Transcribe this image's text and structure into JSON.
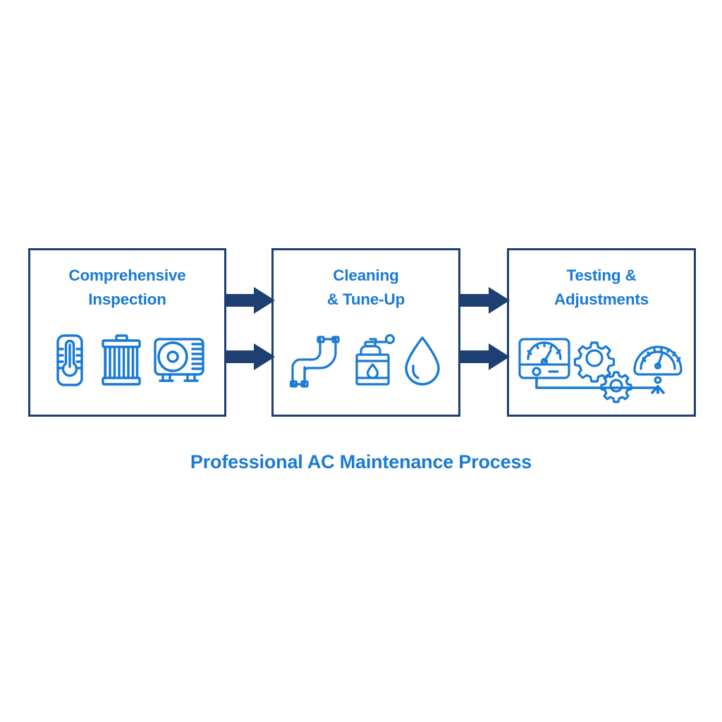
{
  "canvas": {
    "background": "#ffffff",
    "accent_blue": "#1a7ad4",
    "navy": "#1d3f72",
    "icon_blue": "#1a7ad4"
  },
  "caption": {
    "text": "Professional AC Maintenance Process"
  },
  "panels": [
    {
      "id": "comprehensive-inspection",
      "title": "Comprehensive\nInspection",
      "title_line_1": "Comprehensive",
      "title_line_2": "Inspection",
      "icons": [
        {
          "name": "thermometer-icon",
          "label": "Thermometer"
        },
        {
          "name": "air-filter-icon",
          "label": "Air filter"
        },
        {
          "name": "ac-condenser-unit-icon",
          "label": "AC condenser unit"
        }
      ]
    },
    {
      "id": "cleaning-tune-up",
      "title": "Cleaning\n& Tune-Up",
      "title_line_1": "Cleaning",
      "title_line_2": "& Tune-Up",
      "icons": [
        {
          "name": "pipes-icon",
          "label": "Refrigerant pipes"
        },
        {
          "name": "spray-canister-icon",
          "label": "Cleaning spray canister"
        },
        {
          "name": "water-droplet-icon",
          "label": "Water droplet"
        }
      ]
    },
    {
      "id": "testing-adjustments",
      "title": "Testing &\nAdjustments",
      "title_line_1": "Testing &",
      "title_line_2": "Adjustments",
      "icons": [
        {
          "name": "multimeter-icon",
          "label": "Analog multimeter"
        },
        {
          "name": "gears-icon",
          "label": "Gears"
        },
        {
          "name": "pressure-gauge-icon",
          "label": "Pressure gauge"
        }
      ]
    }
  ],
  "connectors": [
    {
      "name": "arrow-1-top",
      "from": "comprehensive-inspection",
      "to": "cleaning-tune-up",
      "direction": "right"
    },
    {
      "name": "arrow-1-bottom",
      "from": "comprehensive-inspection",
      "to": "cleaning-tune-up",
      "direction": "right"
    },
    {
      "name": "arrow-2-top",
      "from": "cleaning-tune-up",
      "to": "testing-adjustments",
      "direction": "right"
    },
    {
      "name": "arrow-2-bottom",
      "from": "cleaning-tune-up",
      "to": "testing-adjustments",
      "direction": "right"
    }
  ]
}
